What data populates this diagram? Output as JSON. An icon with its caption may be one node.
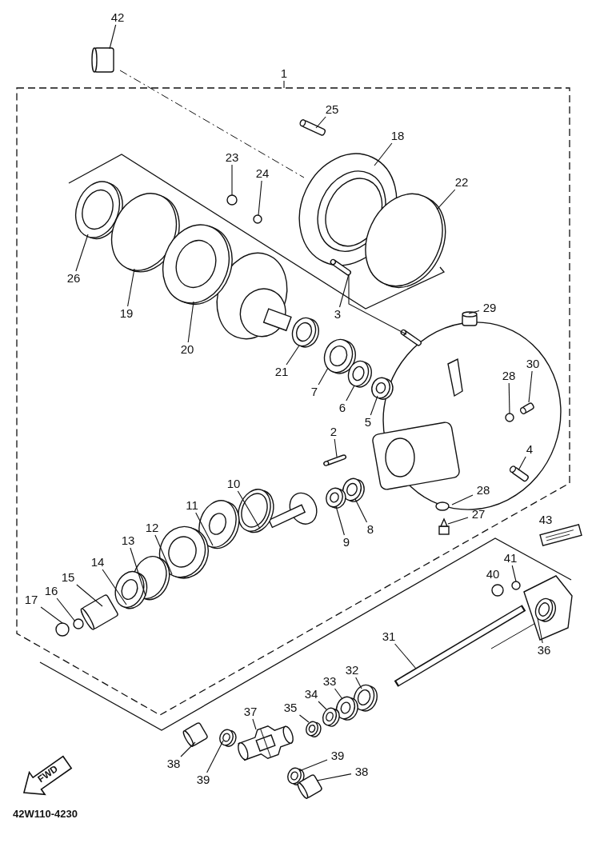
{
  "diagram": {
    "nodes": [
      {
        "text": [
          "42"
        ]
      },
      {
        "text": [
          "1"
        ]
      },
      {
        "text": [
          "25"
        ]
      },
      {
        "text": [
          "18"
        ]
      },
      {
        "text": [
          "23"
        ]
      },
      {
        "text": [
          "24"
        ]
      },
      {
        "text": [
          "22"
        ]
      },
      {
        "text": [
          "26"
        ]
      },
      {
        "text": [
          "29"
        ]
      },
      {
        "text": [
          "19"
        ]
      },
      {
        "text": [
          "3"
        ]
      },
      {
        "text": [
          "20"
        ]
      },
      {
        "text": [
          "30"
        ]
      },
      {
        "text": [
          "21"
        ]
      },
      {
        "text": [
          "28"
        ]
      },
      {
        "text": [
          "7"
        ]
      },
      {
        "text": [
          "6"
        ]
      },
      {
        "text": [
          "5"
        ]
      },
      {
        "text": [
          "2"
        ]
      },
      {
        "text": [
          "4"
        ]
      },
      {
        "text": [
          "10"
        ]
      },
      {
        "text": [
          "28"
        ]
      },
      {
        "text": [
          "11"
        ]
      },
      {
        "text": [
          "27"
        ]
      },
      {
        "text": [
          "12"
        ]
      },
      {
        "text": [
          "8"
        ]
      },
      {
        "text": [
          "13"
        ]
      },
      {
        "text": [
          "9"
        ]
      },
      {
        "text": [
          "41"
        ]
      },
      {
        "text": [
          "14"
        ]
      },
      {
        "text": [
          "15"
        ]
      },
      {
        "text": [
          "16"
        ]
      },
      {
        "text": [
          "17"
        ]
      },
      {
        "text": [
          "31"
        ]
      },
      {
        "text": [
          "36"
        ]
      },
      {
        "text": [
          "32"
        ]
      },
      {
        "text": [
          "33"
        ]
      },
      {
        "text": [
          "34"
        ]
      },
      {
        "text": [
          "35"
        ]
      },
      {
        "text": [
          "37"
        ]
      },
      {
        "text": [
          "39"
        ]
      },
      {
        "text": [
          "38"
        ]
      },
      {
        "text": [
          "38"
        ]
      },
      {
        "text": [
          "39"
        ]
      },
      {
        "text": [],
        "shape": "cylinder"
      },
      {
        "text": [],
        "shape": "cylinder"
      },
      {
        "text": [],
        "shape": "circle"
      },
      {
        "text": [],
        "shape": "circle"
      },
      {
        "text": [],
        "shape": "circle"
      },
      {
        "text": [],
        "shape": "circle"
      },
      {
        "text": [],
        "shape": "circle"
      },
      {
        "text": [],
        "shape": "cylinder"
      },
      {
        "text": [],
        "shape": "circle"
      },
      {
        "text": [],
        "shape": "cylinder"
      },
      {
        "text": [],
        "shape": "circle"
      },
      {
        "text": [],
        "shape": "cylinder"
      },
      {
        "text": [],
        "shape": "circle"
      },
      {
        "text": [],
        "shape": "circle"
      },
      {
        "text": [],
        "shape": "circle"
      },
      {
        "text": [],
        "shape": "circle"
      },
      {
        "text": [],
        "shape": "circle"
      },
      {
        "text": [],
        "shape": "cylinder"
      },
      {
        "text": [],
        "shape": "cylinder"
      },
      {
        "text": [],
        "shape": "circle"
      },
      {
        "text": [],
        "shape": "circle"
      },
      {
        "text": [],
        "shape": "circle"
      },
      {
        "text": [],
        "shape": "cylinder"
      },
      {
        "text": [],
        "shape": "circle"
      },
      {
        "text": [],
        "shape": "circle"
      },
      {
        "text": [],
        "shape": "circle"
      },
      {
        "text": [],
        "shape": "circle"
      },
      {
        "text": [],
        "shape": "circle"
      },
      {
        "text": [],
        "shape": "circle"
      },
      {
        "text": [],
        "shape": "cylinder"
      },
      {
        "text": [],
        "shape": "circle"
      },
      {
        "text": [],
        "shape": "circle"
      },
      {
        "text": [],
        "shape": "bar"
      },
      {
        "text": [],
        "shape": "circle"
      },
      {
        "text": [],
        "shape": "circle"
      },
      {
        "text": [],
        "shape": "circle"
      },
      {
        "text": [],
        "shape": "circle"
      },
      {
        "text": [],
        "shape": "circle"
      },
      {
        "text": [],
        "shape": "picture"
      },
      {
        "text": [],
        "shape": "circle"
      },
      {
        "text": [],
        "shape": "cylinder"
      },
      {
        "text": [],
        "shape": "cylinder"
      },
      {
        "text": [],
        "shape": "circle"
      },
      {
        "text": [],
        "shape": "cylinder"
      }
    ],
    "edges": [
      {
        "from": 0,
        "to": 44,
        "arrow": "none"
      },
      {
        "from": 1,
        "to": null,
        "arrow": "none"
      },
      {
        "from": 2,
        "to": 45,
        "arrow": "none"
      },
      {
        "from": 3,
        "to": 46,
        "arrow": "none"
      },
      {
        "from": 4,
        "to": 47,
        "arrow": "none"
      },
      {
        "from": 5,
        "to": 48,
        "arrow": "none"
      },
      {
        "from": 6,
        "to": 49,
        "arrow": "none"
      },
      {
        "from": 7,
        "to": 50,
        "arrow": "none"
      },
      {
        "from": 8,
        "to": 51,
        "arrow": "none"
      },
      {
        "from": 9,
        "to": 52,
        "arrow": "none"
      },
      {
        "from": 10,
        "to": 53,
        "arrow": "none"
      },
      {
        "from": 11,
        "to": 54,
        "arrow": "none"
      },
      {
        "from": 12,
        "to": 55,
        "arrow": "none"
      },
      {
        "from": 13,
        "to": 56,
        "arrow": "none"
      },
      {
        "from": 14,
        "to": 57,
        "arrow": "none"
      },
      {
        "from": 15,
        "to": 58,
        "arrow": "none"
      },
      {
        "from": 16,
        "to": 59,
        "arrow": "none"
      },
      {
        "from": 17,
        "to": 60,
        "arrow": "none"
      },
      {
        "from": 18,
        "to": 61,
        "arrow": "none"
      },
      {
        "from": 19,
        "to": 62,
        "arrow": "none"
      },
      {
        "from": 20,
        "to": 63,
        "arrow": "none"
      },
      {
        "from": 21,
        "to": 64,
        "arrow": "none"
      },
      {
        "from": 22,
        "to": 65,
        "arrow": "none"
      },
      {
        "from": 23,
        "to": 66,
        "arrow": "none"
      },
      {
        "from": 24,
        "to": 67,
        "arrow": "none"
      },
      {
        "from": 25,
        "to": 68,
        "arrow": "none"
      },
      {
        "from": 26,
        "to": 69,
        "arrow": "none"
      },
      {
        "from": 27,
        "to": 70,
        "arrow": "none"
      },
      {
        "from": 28,
        "to": 71,
        "arrow": "none"
      },
      {
        "from": 29,
        "to": 72,
        "arrow": "none"
      },
      {
        "from": 30,
        "to": 73,
        "arrow": "none"
      },
      {
        "from": 31,
        "to": 74,
        "arrow": "none"
      },
      {
        "from": 32,
        "to": 75,
        "arrow": "none"
      },
      {
        "from": 33,
        "to": 76,
        "arrow": "none"
      },
      {
        "from": 34,
        "to": 77,
        "arrow": "none"
      },
      {
        "from": 35,
        "to": 78,
        "arrow": "none"
      },
      {
        "from": 36,
        "to": 79,
        "arrow": "none"
      },
      {
        "from": 37,
        "to": 80,
        "arrow": "none"
      },
      {
        "from": 38,
        "to": 81,
        "arrow": "none"
      },
      {
        "from": 39,
        "to": 82,
        "arrow": "none"
      },
      {
        "from": 40,
        "to": 83,
        "arrow": "none"
      },
      {
        "from": 41,
        "to": 84,
        "arrow": "none"
      },
      {
        "from": 42,
        "to": 85,
        "arrow": "none"
      },
      {
        "from": 43,
        "to": 86,
        "arrow": "none"
      },
      {
        "from": 53,
        "to": 87,
        "arrow": "none"
      }
    ],
    "labels": [
      "43",
      "40",
      "FWD",
      "42W110-4230"
    ]
  }
}
